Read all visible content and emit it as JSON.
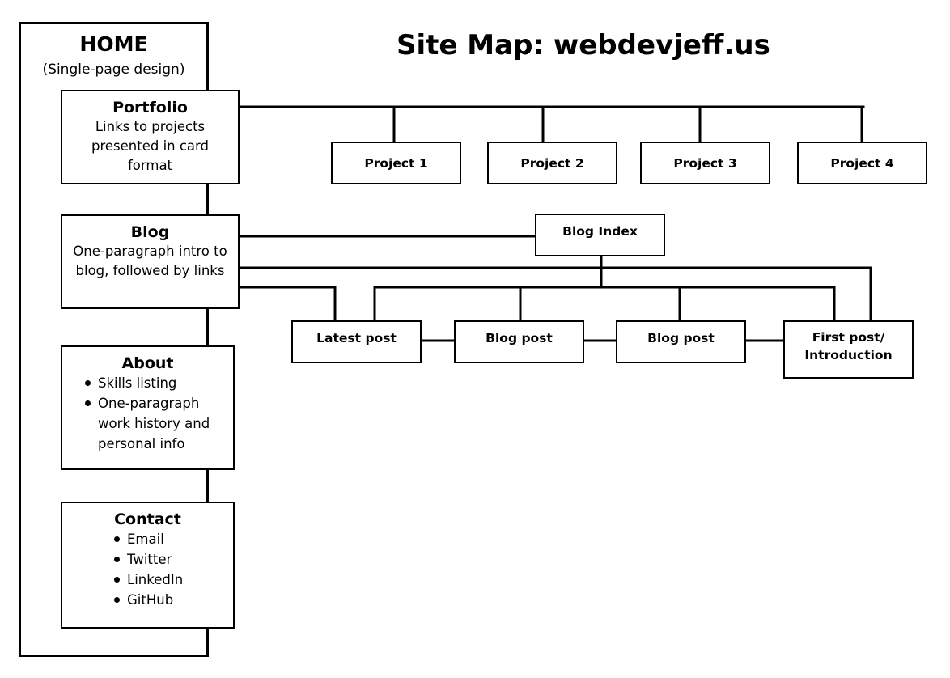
{
  "title": "Site Map: webdevjeff.us",
  "home": {
    "title": "HOME",
    "subtitle": "(Single-page design)"
  },
  "sections": {
    "portfolio": {
      "title": "Portfolio",
      "lines": [
        "Links to projects",
        "presented in card",
        "format"
      ]
    },
    "blog": {
      "title": "Blog",
      "lines": [
        "One-paragraph intro to",
        "blog, followed by links"
      ]
    },
    "about": {
      "title": "About",
      "items": [
        "Skills listing",
        "One-paragraph work history and personal info"
      ]
    },
    "contact": {
      "title": "Contact",
      "items": [
        "Email",
        "Twitter",
        "LinkedIn",
        "GitHub"
      ]
    }
  },
  "projects": [
    "Project 1",
    "Project 2",
    "Project 3",
    "Project 4"
  ],
  "blog_index": "Blog Index",
  "posts": [
    "Latest post",
    "Blog post",
    "Blog post",
    "First post/ Introduction"
  ]
}
